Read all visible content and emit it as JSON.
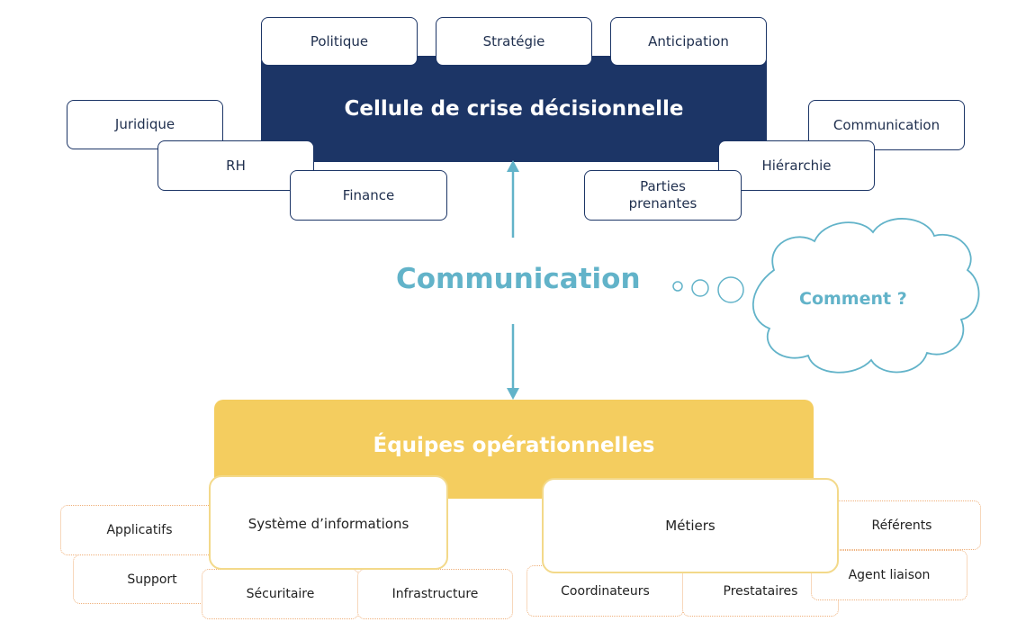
{
  "top": {
    "title": "Cellule de crise décisionnelle",
    "tags_top": [
      "Politique",
      "Stratégie",
      "Anticipation"
    ],
    "tags_left": [
      "Juridique",
      "RH",
      "Finance"
    ],
    "tags_right": [
      "Communication",
      "Hiérarchie",
      "Parties prenantes"
    ]
  },
  "center": {
    "label": "Communication",
    "thought": "Comment ?"
  },
  "bottom": {
    "title": "Équipes  opérationnelles",
    "box_left": "Système d’informations",
    "box_right": "Métiers",
    "left_items": [
      "Applicatifs",
      "Support",
      "Sécuritaire",
      "Infrastructure"
    ],
    "right_items": [
      "Coordinateurs",
      "Prestataires",
      "Référents",
      "Agent liaison"
    ]
  },
  "colors": {
    "navy": "#1c3566",
    "yellow": "#f4cd5f",
    "teal": "#62b3c9",
    "dotted_orange": "#efb07a"
  }
}
